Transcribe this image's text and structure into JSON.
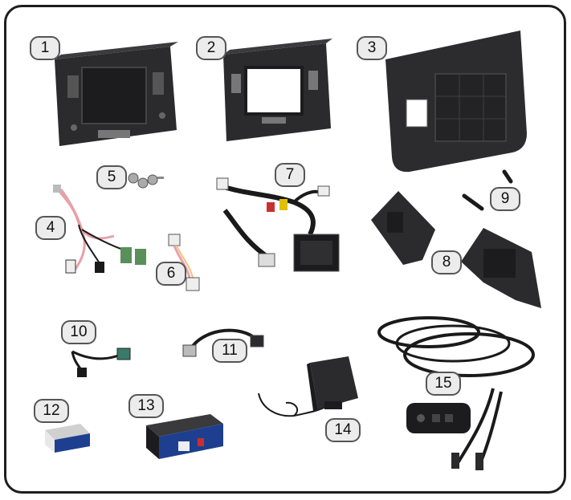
{
  "badges": [
    "1",
    "2",
    "3",
    "4",
    "5",
    "6",
    "7",
    "8",
    "9",
    "10",
    "11",
    "12",
    "13",
    "14",
    "15"
  ],
  "colors": {
    "frame_border": "#1e1e1e",
    "badge_fill": "#ececec",
    "badge_border": "#555555",
    "plastic": "#2b2b2d",
    "plastic_dark": "#1c1c1e",
    "wire": "#1a1a1a",
    "wire_pink": "#e8a0a8",
    "connector_green": "#5a8f5a",
    "module_blue": "#1e3f8f"
  },
  "parts": [
    {
      "id": 1,
      "icon": "dash-kit-frame-icon"
    },
    {
      "id": 2,
      "icon": "open-frame-bracket-icon"
    },
    {
      "id": 3,
      "icon": "trim-panel-icon"
    },
    {
      "id": 4,
      "icon": "pink-wire-harness-icon"
    },
    {
      "id": 5,
      "icon": "screws-icon"
    },
    {
      "id": 6,
      "icon": "small-adapter-harness-icon"
    },
    {
      "id": 7,
      "icon": "main-wiring-harness-icon"
    },
    {
      "id": 8,
      "icon": "mounting-brackets-icon"
    },
    {
      "id": 9,
      "icon": "pins-icon"
    },
    {
      "id": 10,
      "icon": "antenna-adapter-icon"
    },
    {
      "id": 11,
      "icon": "antenna-cable-icon"
    },
    {
      "id": 12,
      "icon": "small-module-icon"
    },
    {
      "id": 13,
      "icon": "interface-module-icon"
    },
    {
      "id": 14,
      "icon": "speaker-icon"
    },
    {
      "id": 15,
      "icon": "usb-port-cable-icon"
    }
  ]
}
